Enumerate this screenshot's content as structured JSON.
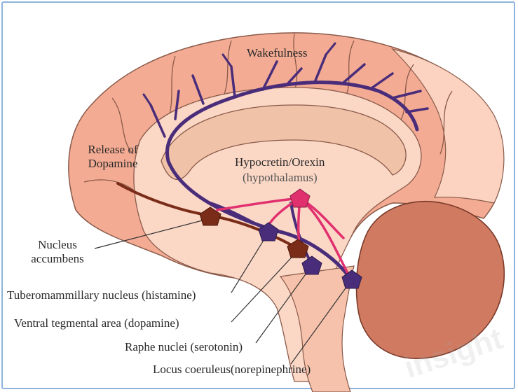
{
  "labels": {
    "wakefulness": "Wakefulness",
    "release_dopamine_line1": "Release of",
    "release_dopamine_line2": "Dopamine",
    "hypocretin": "Hypocretin/Orexin",
    "hypothalamus": "(hypothalamus)",
    "nucleus_line1": "Nucleus",
    "nucleus_line2": "accumbens",
    "tuberomammillary": "Tuberomammillary nucleus (histamine)",
    "ventral_tegmental": "Ventral tegmental area (dopamine)",
    "raphe": "Raphe nuclei (serotonin)",
    "locus": "Locus coeruleus(norepinephrine)"
  },
  "watermark": "insight",
  "colors": {
    "cortex": "#f3ab93",
    "cortex_outline": "#8a5a4a",
    "inner_brain": "#fbd7c6",
    "corpus_callosum": "#f0c3a8",
    "cerebellum": "#cf7a61",
    "wakefulness_path": "#4a2d7a",
    "orexin_path": "#e0306e",
    "dopamine_path": "#7a2c18",
    "frame": "#8fb3de"
  }
}
